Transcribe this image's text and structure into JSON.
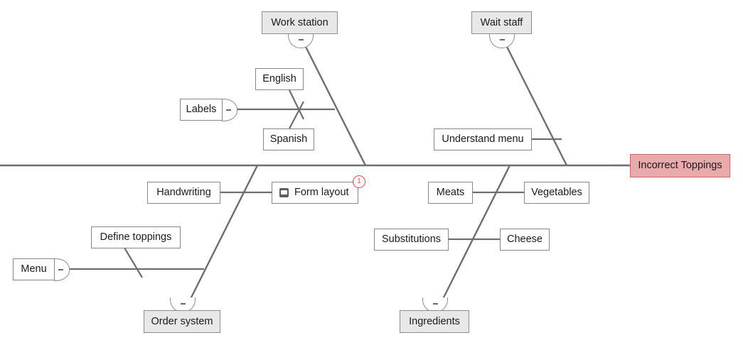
{
  "diagram": {
    "type": "fishbone",
    "title": "Incorrect Toppings",
    "problem_head": {
      "label": "Incorrect Toppings",
      "fill": "#e8aaaa",
      "border": "#c96a6a"
    },
    "style": {
      "line_color": "#6e6e6e",
      "box_border": "#888888",
      "box_fill": "#ffffff",
      "category_fill": "#e8e8e8",
      "category_border": "#8d8d8d",
      "badge_color": "#d94a4a",
      "text_color": "#1a1a1a"
    },
    "categories": [
      {
        "id": "work-station",
        "label": "Work station",
        "position": "top-left",
        "collapsed": false,
        "collapse_glyph": "-"
      },
      {
        "id": "wait-staff",
        "label": "Wait staff",
        "position": "top-right",
        "collapsed": false,
        "collapse_glyph": "-"
      },
      {
        "id": "order-system",
        "label": "Order system",
        "position": "bottom-left",
        "collapsed": false,
        "collapse_glyph": "-"
      },
      {
        "id": "ingredients",
        "label": "Ingredients",
        "position": "bottom-right",
        "collapsed": false,
        "collapse_glyph": "-"
      }
    ],
    "causes": [
      {
        "id": "labels",
        "label": "Labels",
        "shape": "rounded-right",
        "collapse_glyph": "-",
        "parent": "work-station"
      },
      {
        "id": "english",
        "label": "English",
        "shape": "rect",
        "parent": "labels"
      },
      {
        "id": "spanish",
        "label": "Spanish",
        "shape": "rect",
        "parent": "labels"
      },
      {
        "id": "understand-menu",
        "label": "Understand menu",
        "shape": "rect",
        "parent": "wait-staff"
      },
      {
        "id": "handwriting",
        "label": "Handwriting",
        "shape": "rect",
        "parent": "form-layout"
      },
      {
        "id": "form-layout",
        "label": "Form layout",
        "shape": "rect",
        "icon": "note-icon",
        "badge": "1",
        "parent": "order-system"
      },
      {
        "id": "menu",
        "label": "Menu",
        "shape": "rounded-right",
        "collapse_glyph": "-",
        "parent": "order-system"
      },
      {
        "id": "define-toppings",
        "label": "Define toppings",
        "shape": "rect",
        "parent": "menu"
      },
      {
        "id": "meats",
        "label": "Meats",
        "shape": "rect",
        "parent": "vegetables"
      },
      {
        "id": "vegetables",
        "label": "Vegetables",
        "shape": "rect",
        "parent": "ingredients"
      },
      {
        "id": "substitutions",
        "label": "Substitutions",
        "shape": "rect",
        "parent": "cheese"
      },
      {
        "id": "cheese",
        "label": "Cheese",
        "shape": "rect",
        "parent": "ingredients"
      }
    ]
  }
}
